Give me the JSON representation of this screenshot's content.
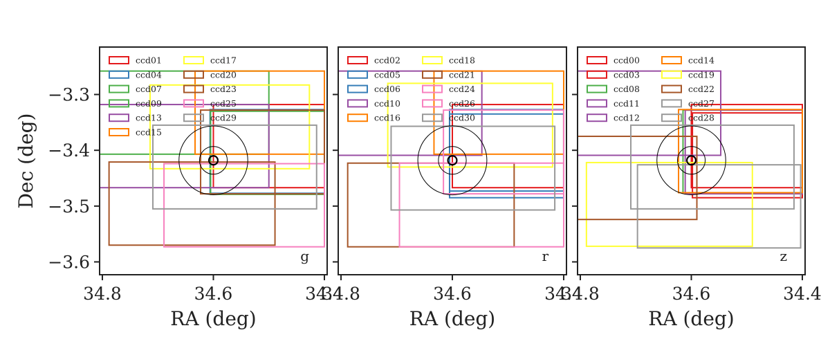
{
  "chart_data": {
    "type": "rectangle-overlay",
    "x_ticks": [
      34.8,
      34.6,
      34.4
    ],
    "x_tick_labels": [
      "34.8",
      "34.6",
      "34.4"
    ],
    "y_ticks": [
      -3.3,
      -3.4,
      -3.5,
      -3.6
    ],
    "y_tick_labels": [
      "−3.3",
      "−3.4",
      "−3.5",
      "−3.6"
    ],
    "xlim": [
      34.805,
      34.395
    ],
    "ylim": [
      -3.623,
      -3.215
    ],
    "xlabel": "RA (deg)",
    "ylabel": "Dec (deg)",
    "grid": false,
    "legend_position": "upper-left",
    "center": {
      "ra": 34.6,
      "dec": -3.418
    },
    "circle_radii_deg": [
      0.008,
      0.025,
      0.062
    ],
    "colors": {
      "red": "#e41a1c",
      "blue": "#377eb8",
      "green": "#4daf4a",
      "purple": "#984ea3",
      "orange": "#ff7f00",
      "yellow": "#ffff33",
      "brown": "#a65628",
      "pink": "#f781bf",
      "gray": "#999999"
    },
    "panels": [
      {
        "band": "g",
        "legend": [
          {
            "name": "ccd01",
            "color": "#e41a1c"
          },
          {
            "name": "ccd04",
            "color": "#377eb8"
          },
          {
            "name": "ccd07",
            "color": "#4daf4a"
          },
          {
            "name": "ccd09",
            "color": "#4daf4a"
          },
          {
            "name": "ccd13",
            "color": "#984ea3"
          },
          {
            "name": "ccd15",
            "color": "#ff7f00"
          },
          {
            "name": "ccd17",
            "color": "#ffff33"
          },
          {
            "name": "ccd20",
            "color": "#a65628"
          },
          {
            "name": "ccd23",
            "color": "#a65628"
          },
          {
            "name": "ccd25",
            "color": "#f781bf"
          },
          {
            "name": "ccd29",
            "color": "#999999"
          }
        ],
        "ccds": [
          {
            "name": "ccd01",
            "ra_min": 34.4,
            "ra_max": 34.6,
            "dec_min": -3.467,
            "dec_max": -3.318
          },
          {
            "name": "ccd04",
            "ra_min": 34.4,
            "ra_max": 34.606,
            "dec_min": -3.477,
            "dec_max": -3.327
          },
          {
            "name": "ccd07",
            "ra_min": 34.4,
            "ra_max": 34.605,
            "dec_min": -3.479,
            "dec_max": -3.33
          },
          {
            "name": "ccd09",
            "ra_min": 34.5,
            "ra_max": 34.85,
            "dec_min": -3.407,
            "dec_max": -3.258
          },
          {
            "name": "ccd13",
            "ra_min": 34.5,
            "ra_max": 34.85,
            "dec_min": -3.467,
            "dec_max": -3.318
          },
          {
            "name": "ccd15",
            "ra_min": 34.4,
            "ra_max": 34.633,
            "dec_min": -3.407,
            "dec_max": -3.258
          },
          {
            "name": "ccd17",
            "ra_min": 34.427,
            "ra_max": 34.714,
            "dec_min": -3.433,
            "dec_max": -3.283
          },
          {
            "name": "ccd20",
            "ra_min": 34.4,
            "ra_max": 34.623,
            "dec_min": -3.478,
            "dec_max": -3.328
          },
          {
            "name": "ccd23",
            "ra_min": 34.489,
            "ra_max": 34.788,
            "dec_min": -3.57,
            "dec_max": -3.421
          },
          {
            "name": "ccd25",
            "ra_min": 34.4,
            "ra_max": 34.689,
            "dec_min": -3.573,
            "dec_max": -3.424
          },
          {
            "name": "ccd29",
            "ra_min": 34.414,
            "ra_max": 34.709,
            "dec_min": -3.505,
            "dec_max": -3.355
          }
        ]
      },
      {
        "band": "r",
        "legend": [
          {
            "name": "ccd02",
            "color": "#e41a1c"
          },
          {
            "name": "ccd05",
            "color": "#377eb8"
          },
          {
            "name": "ccd06",
            "color": "#377eb8"
          },
          {
            "name": "ccd10",
            "color": "#984ea3"
          },
          {
            "name": "ccd16",
            "color": "#ff7f00"
          },
          {
            "name": "ccd18",
            "color": "#ffff33"
          },
          {
            "name": "ccd21",
            "color": "#a65628"
          },
          {
            "name": "ccd24",
            "color": "#f781bf"
          },
          {
            "name": "ccd26",
            "color": "#f781bf"
          },
          {
            "name": "ccd30",
            "color": "#999999"
          }
        ],
        "ccds": [
          {
            "name": "ccd02",
            "ra_min": 34.4,
            "ra_max": 34.6,
            "dec_min": -3.467,
            "dec_max": -3.318
          },
          {
            "name": "ccd05",
            "ra_min": 34.4,
            "ra_max": 34.605,
            "dec_min": -3.485,
            "dec_max": -3.327
          },
          {
            "name": "ccd06",
            "ra_min": 34.4,
            "ra_max": 34.605,
            "dec_min": -3.473,
            "dec_max": -3.335
          },
          {
            "name": "ccd10",
            "ra_min": 34.547,
            "ra_max": 34.85,
            "dec_min": -3.409,
            "dec_max": -3.258
          },
          {
            "name": "ccd16",
            "ra_min": 34.4,
            "ra_max": 34.633,
            "dec_min": -3.407,
            "dec_max": -3.258
          },
          {
            "name": "ccd18",
            "ra_min": 34.42,
            "ra_max": 34.716,
            "dec_min": -3.43,
            "dec_max": -3.28
          },
          {
            "name": "ccd21",
            "ra_min": 34.489,
            "ra_max": 34.788,
            "dec_min": -3.573,
            "dec_max": -3.423
          },
          {
            "name": "ccd24",
            "ra_min": 34.4,
            "ra_max": 34.616,
            "dec_min": -3.478,
            "dec_max": -3.328
          },
          {
            "name": "ccd26",
            "ra_min": 34.4,
            "ra_max": 34.695,
            "dec_min": -3.573,
            "dec_max": -3.423
          },
          {
            "name": "ccd30",
            "ra_min": 34.416,
            "ra_max": 34.71,
            "dec_min": -3.507,
            "dec_max": -3.357
          }
        ]
      },
      {
        "band": "z",
        "legend": [
          {
            "name": "ccd00",
            "color": "#e41a1c"
          },
          {
            "name": "ccd03",
            "color": "#e41a1c"
          },
          {
            "name": "ccd08",
            "color": "#4daf4a"
          },
          {
            "name": "ccd11",
            "color": "#984ea3"
          },
          {
            "name": "ccd12",
            "color": "#984ea3"
          },
          {
            "name": "ccd14",
            "color": "#ff7f00"
          },
          {
            "name": "ccd19",
            "color": "#ffff33"
          },
          {
            "name": "ccd22",
            "color": "#a65628"
          },
          {
            "name": "ccd27",
            "color": "#999999"
          },
          {
            "name": "ccd28",
            "color": "#999999"
          }
        ],
        "ccds": [
          {
            "name": "ccd00",
            "ra_min": 34.4,
            "ra_max": 34.6,
            "dec_min": -3.467,
            "dec_max": -3.318
          },
          {
            "name": "ccd03",
            "ra_min": 34.4,
            "ra_max": 34.598,
            "dec_min": -3.485,
            "dec_max": -3.333
          },
          {
            "name": "ccd08",
            "ra_min": 34.4,
            "ra_max": 34.615,
            "dec_min": -3.476,
            "dec_max": -3.328
          },
          {
            "name": "ccd11",
            "ra_min": 34.547,
            "ra_max": 34.85,
            "dec_min": -3.409,
            "dec_max": -3.258
          },
          {
            "name": "ccd12",
            "ra_min": 34.4,
            "ra_max": 34.611,
            "dec_min": -3.478,
            "dec_max": -3.328
          },
          {
            "name": "ccd14",
            "ra_min": 34.4,
            "ra_max": 34.623,
            "dec_min": -3.476,
            "dec_max": -3.327
          },
          {
            "name": "ccd19",
            "ra_min": 34.49,
            "ra_max": 34.789,
            "dec_min": -3.572,
            "dec_max": -3.422
          },
          {
            "name": "ccd22",
            "ra_min": 34.59,
            "ra_max": 34.85,
            "dec_min": -3.524,
            "dec_max": -3.375
          },
          {
            "name": "ccd27",
            "ra_min": 34.415,
            "ra_max": 34.709,
            "dec_min": -3.505,
            "dec_max": -3.355
          },
          {
            "name": "ccd28",
            "ra_min": 34.403,
            "ra_max": 34.697,
            "dec_min": -3.575,
            "dec_max": -3.426
          }
        ]
      }
    ]
  }
}
